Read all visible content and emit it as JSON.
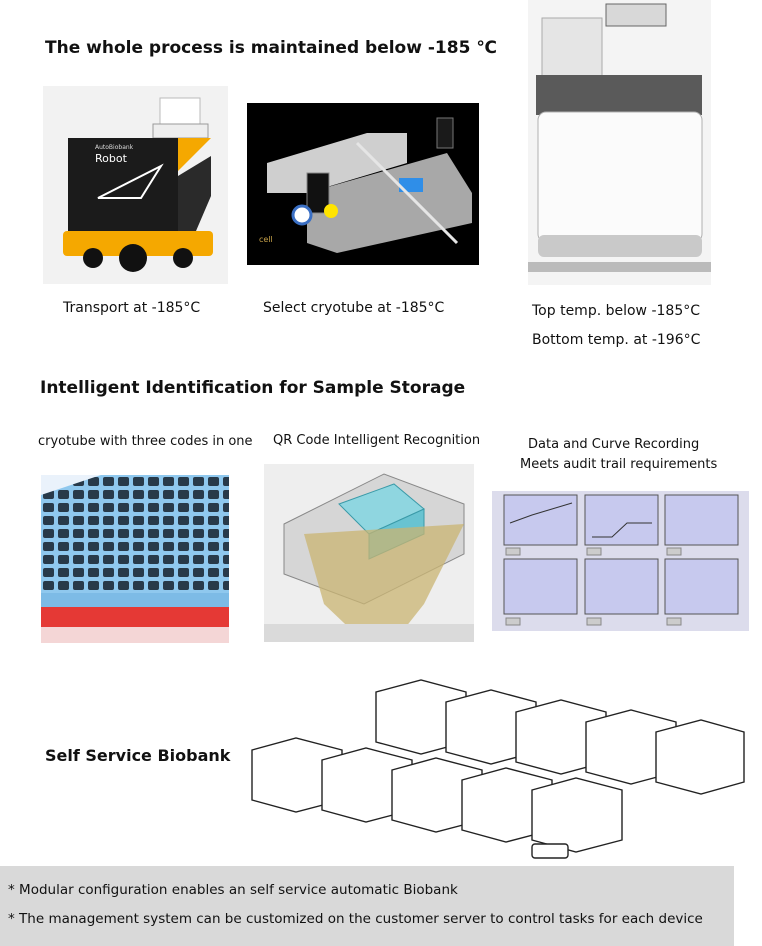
{
  "section1": {
    "heading": "The whole process is maintained below -185 ℃",
    "robot_brand": "AutoBiobank",
    "robot_word": "Robot",
    "cell_label": "cell",
    "cap_transport": "Transport at -185°C",
    "cap_select": "Select cryotube at -185°C",
    "cap_top": "Top temp. below -185°C",
    "cap_bottom": "Bottom temp. at -196°C"
  },
  "section2": {
    "heading": "Intelligent Identification for Sample Storage",
    "cap_cryotube": "cryotube with three codes in one",
    "cap_qr": "QR Code Intelligent Recognition",
    "cap_data1": "Data and Curve Recording",
    "cap_data2": "Meets audit trail requirements"
  },
  "section3": {
    "heading": "Self Service Biobank"
  },
  "footer": {
    "line1": "* Modular configuration enables an self service automatic Biobank",
    "line2": "* The management system can be customized on the customer server to control tasks for each device"
  }
}
